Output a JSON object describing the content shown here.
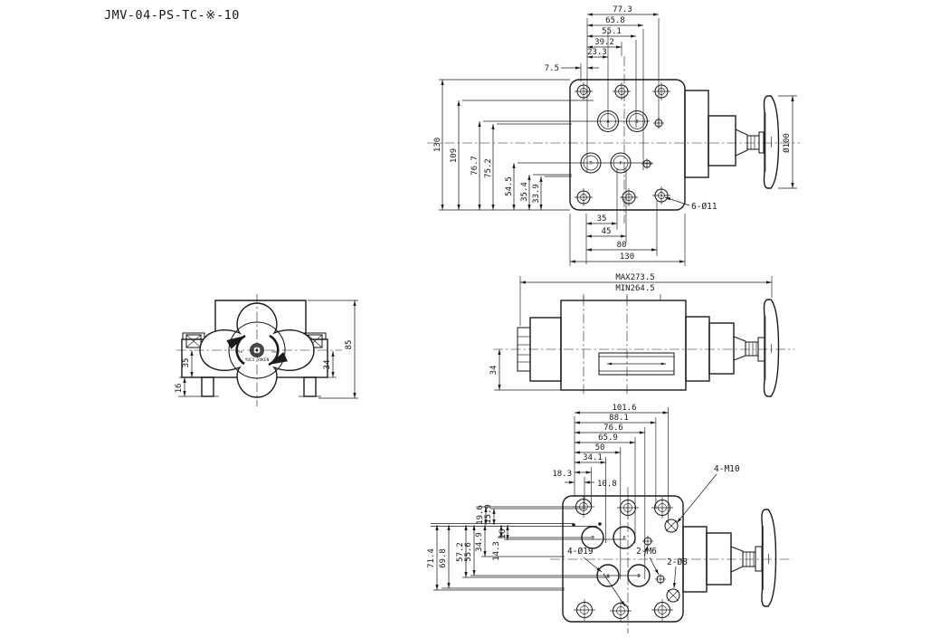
{
  "title": "JMV-04-PS-TC-※-10",
  "colors": {
    "ink": "#1b1b1b",
    "background": "#ffffff",
    "knob_fill": "#4a4a4a"
  },
  "top_view": {
    "dims_top": [
      "77.3",
      "65.8",
      "55.1",
      "39.2",
      "23.3",
      "7.5"
    ],
    "dims_left": [
      "130",
      "109",
      "76.7",
      "75.2",
      "54.5",
      "35.4",
      "33.9"
    ],
    "dims_bottom": [
      "35",
      "45",
      "80",
      "130"
    ],
    "labels": {
      "bolt_holes": "6-Ø11",
      "handwheel_dia": "Ø100"
    },
    "ports": [
      "A",
      "B",
      "T",
      "P"
    ]
  },
  "side_view": {
    "length_max": "MAX273.5",
    "length_min": "MIN264.5",
    "dim_height": "34"
  },
  "front_view": {
    "dim_overall": "85",
    "dim_right": "34",
    "dim_left": "35",
    "dim_foot": "16",
    "handwheel": {
      "brand": "YUCI YUKEN",
      "open_label": "OPEN",
      "shut_label": "SHUT"
    }
  },
  "bottom_view": {
    "dims_top": [
      "101.6",
      "88.1",
      "76.6",
      "65.9",
      "50",
      "34.1",
      "18.3",
      "10.8"
    ],
    "dims_left": [
      "71.4",
      "69.8",
      "57.2",
      "55.6",
      "34.9",
      "19.6",
      "15.9",
      "14.3",
      "16"
    ],
    "labels": {
      "mount": "4-M10",
      "ports": "4-Ø19",
      "gauge": "2-M6",
      "pin": "2-Ø8"
    },
    "ports": [
      "T",
      "P",
      "A",
      "B"
    ]
  }
}
